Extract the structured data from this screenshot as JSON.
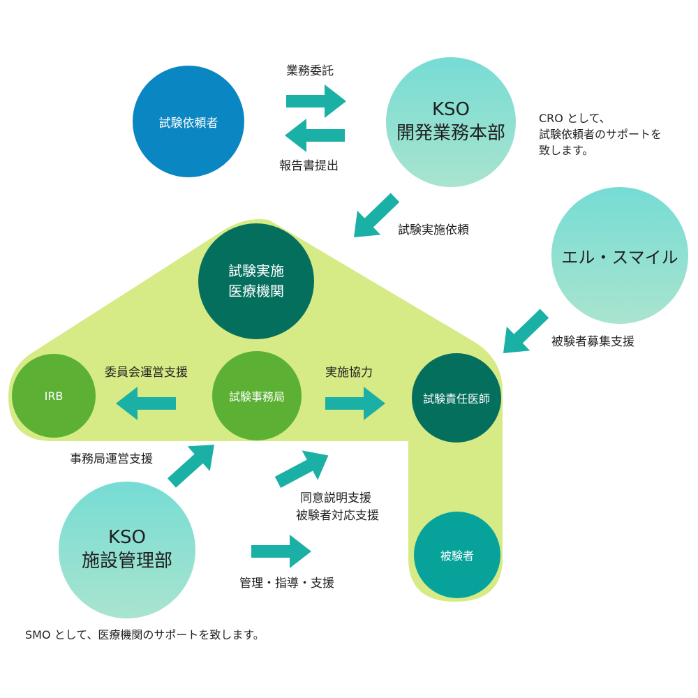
{
  "colors": {
    "house": "#d6ea85",
    "arrow": "#1bb0a5",
    "client": "#0a86c2",
    "institution": "#056f5e",
    "office": "#5cb135",
    "subject": "#07a39b",
    "light_top": "#76dcd4",
    "light_bottom": "#a9e4cf"
  },
  "nodes": {
    "client": "試験依頼者",
    "kso_dev_line1": "KSO",
    "kso_dev_line2": "開発業務本部",
    "smile": "エル・スマイル",
    "institution_line1": "試験実施",
    "institution_line2": "医療機関",
    "irb": "IRB",
    "office": "試験事務局",
    "investigator": "試験責任医師",
    "subject": "被験者",
    "kso_site_line1": "KSO",
    "kso_site_line2": "施設管理部"
  },
  "labels": {
    "outsourcing": "業務委託",
    "report": "報告書提出",
    "cro_line1": "CRO として、",
    "cro_line2": "試験依頼者のサポートを",
    "cro_line3": "致します。",
    "request": "試験実施依頼",
    "recruit": "被験者募集支援",
    "committee": "委員会運営支援",
    "cooperation": "実施協力",
    "office_support": "事務局運営支援",
    "consent_line1": "同意説明支援",
    "consent_line2": "被験者対応支援",
    "management": "管理・指導・支援",
    "smo": "SMO として、医療機関のサポートを致します。"
  }
}
